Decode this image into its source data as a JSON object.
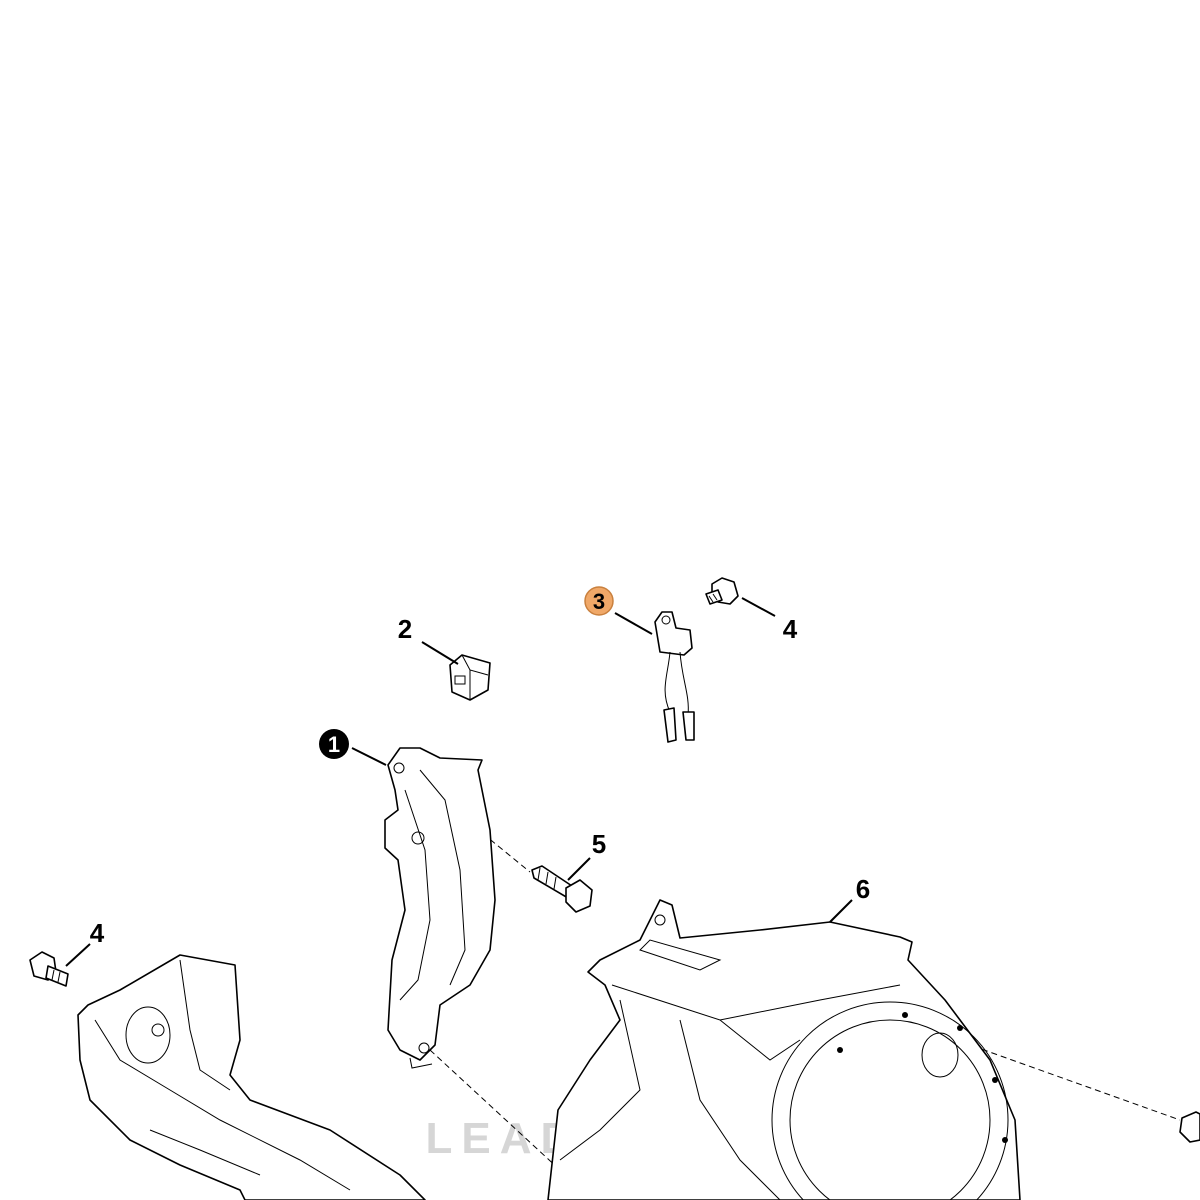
{
  "diagram": {
    "callouts": [
      {
        "label": "1",
        "style": "filled",
        "color": "#000000",
        "text_color": "#ffffff"
      },
      {
        "label": "2",
        "style": "plain"
      },
      {
        "label": "3",
        "style": "highlighted",
        "color": "#f0a868",
        "text_color": "#000000"
      },
      {
        "label": "4",
        "style": "plain"
      },
      {
        "label": "4",
        "style": "plain"
      },
      {
        "label": "5",
        "style": "plain"
      },
      {
        "label": "6",
        "style": "plain"
      }
    ],
    "watermark": "LEADVENTURE"
  }
}
